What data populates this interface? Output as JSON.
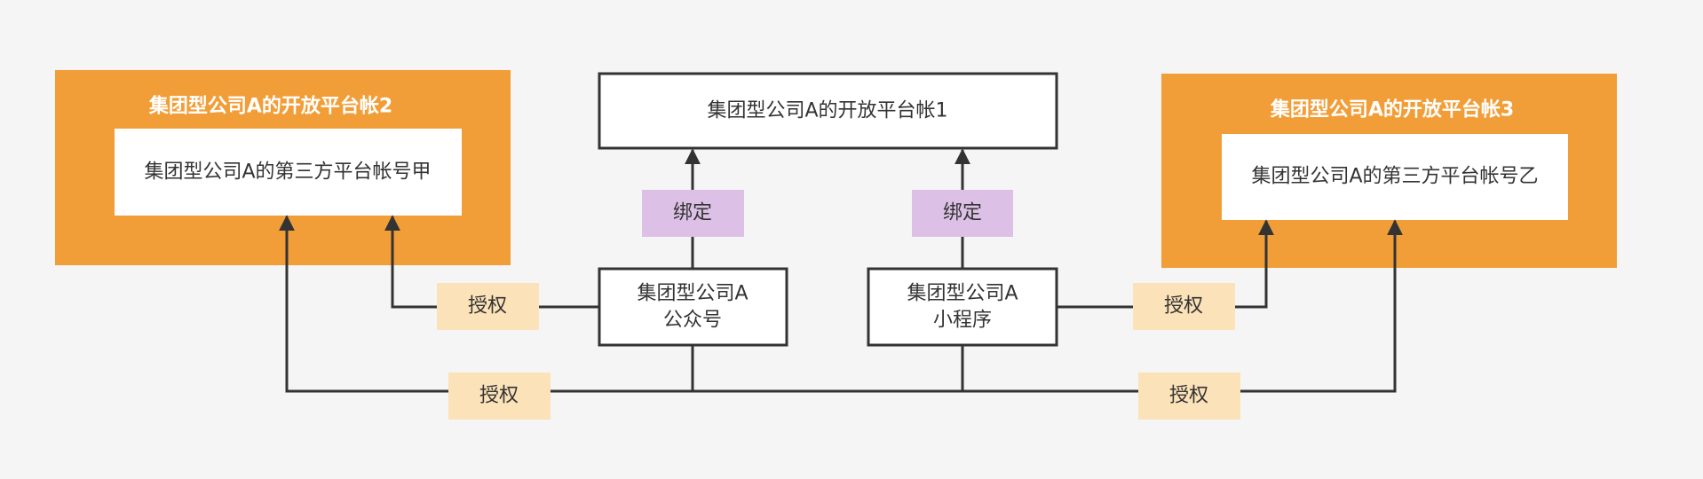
{
  "colors": {
    "background": "#f5f5f5",
    "container_fill": "#f29e38",
    "node_fill": "#ffffff",
    "node_stroke": "#333333",
    "bind_label_fill": "#dcc0e6",
    "auth_label_fill": "#fbe2b8",
    "line": "#333333"
  },
  "containers": {
    "account2": {
      "title": "集团型公司A的开放平台帐2"
    },
    "account3": {
      "title": "集团型公司A的开放平台帐3"
    }
  },
  "nodes": {
    "account1": {
      "label": "集团型公司A的开放平台帐1"
    },
    "third_party_jia": {
      "label": "集团型公司A的第三方平台帐号甲"
    },
    "third_party_yi": {
      "label": "集团型公司A的第三方平台帐号乙"
    },
    "official_account": {
      "line1": "集团型公司A",
      "line2": "公众号"
    },
    "mini_program": {
      "line1": "集团型公司A",
      "line2": "小程序"
    }
  },
  "edge_labels": {
    "bind": "绑定",
    "authorize": "授权"
  }
}
